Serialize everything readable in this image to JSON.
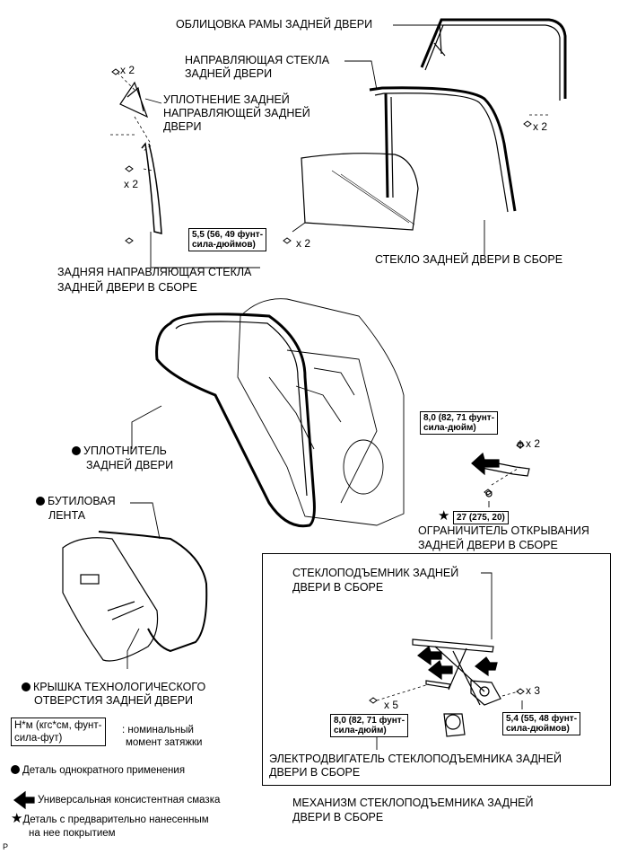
{
  "labels": {
    "frame_trim": "ОБЛИЦОВКА РАМЫ ЗАДНЕЙ ДВЕРИ",
    "glass_run_1": "НАПРАВЛЯЮЩАЯ СТЕКЛА",
    "glass_run_2": "ЗАДНЕЙ ДВЕРИ",
    "seal_1": "УПЛОТНЕНИЕ ЗАДНЕЙ",
    "seal_2": "НАПРАВЛЯЮЩЕЙ ЗАДНЕЙ",
    "seal_3": "ДВЕРИ",
    "rear_run_1": "ЗАДНЯЯ НАПРАВЛЯЮЩАЯ СТЕКЛА",
    "rear_run_2": "ЗАДНЕЙ ДВЕРИ В СБОРЕ",
    "glass_assy": "СТЕКЛО ЗАДНЕЙ ДВЕРИ В СБОРЕ",
    "weatherstrip_1": "УПЛОТНИТЕЛЬ",
    "weatherstrip_2": "ЗАДНЕЙ ДВЕРИ",
    "butyl_1": "БУТИЛОВАЯ",
    "butyl_2": "ЛЕНТА",
    "cover_1": "КРЫШКА ТЕХНОЛОГИЧЕСКОГО",
    "cover_2": "ОТВЕРСТИЯ ЗАДНЕЙ ДВЕРИ",
    "check_1": "ОГРАНИЧИТЕЛЬ ОТКРЫВАНИЯ",
    "check_2": "ЗАДНЕЙ ДВЕРИ В СБОРЕ",
    "regulator_1": "СТЕКЛОПОДЪЕМНИК ЗАДНЕЙ",
    "regulator_2": "ДВЕРИ В СБОРЕ",
    "motor_1": "ЭЛЕКТРОДВИГАТЕЛЬ СТЕКЛОПОДЪЕМНИКА ЗАДНЕЙ",
    "motor_2": "ДВЕРИ В СБОРЕ",
    "mechanism_1": "МЕХАНИЗМ СТЕКЛОПОДЪЕМНИКА ЗАДНЕЙ",
    "mechanism_2": "ДВЕРИ В СБОРЕ"
  },
  "quantities": {
    "x2": "x 2",
    "x5": "x 5",
    "x3": "x 3"
  },
  "torques": {
    "glass_1": "5,5 (56, 49 фунт-",
    "glass_2": "сила-дюймов)",
    "check_1": "8,0 (82, 71 фунт-",
    "check_2": "сила-дюйм)",
    "check_star": "27 (275, 20)",
    "reg_1": "8,0 (82, 71 фунт-",
    "reg_2": "сила-дюйм)",
    "reg_b_1": "5,4 (55, 48 фунт-",
    "reg_b_2": "сила-дюймов)"
  },
  "legend": {
    "unit_1": "Н*м (кгс*см, фунт-",
    "unit_2": "сила-фут)",
    "unit_desc_1": ": номинальный",
    "unit_desc_2": "момент затяжки",
    "single_use": "Деталь однократного применения",
    "grease": "Универсальная консистентная смазка",
    "precoated_1": "Деталь с предварительно нанесенным",
    "precoated_2": "на нее покрытием"
  },
  "corner_mark": "P"
}
